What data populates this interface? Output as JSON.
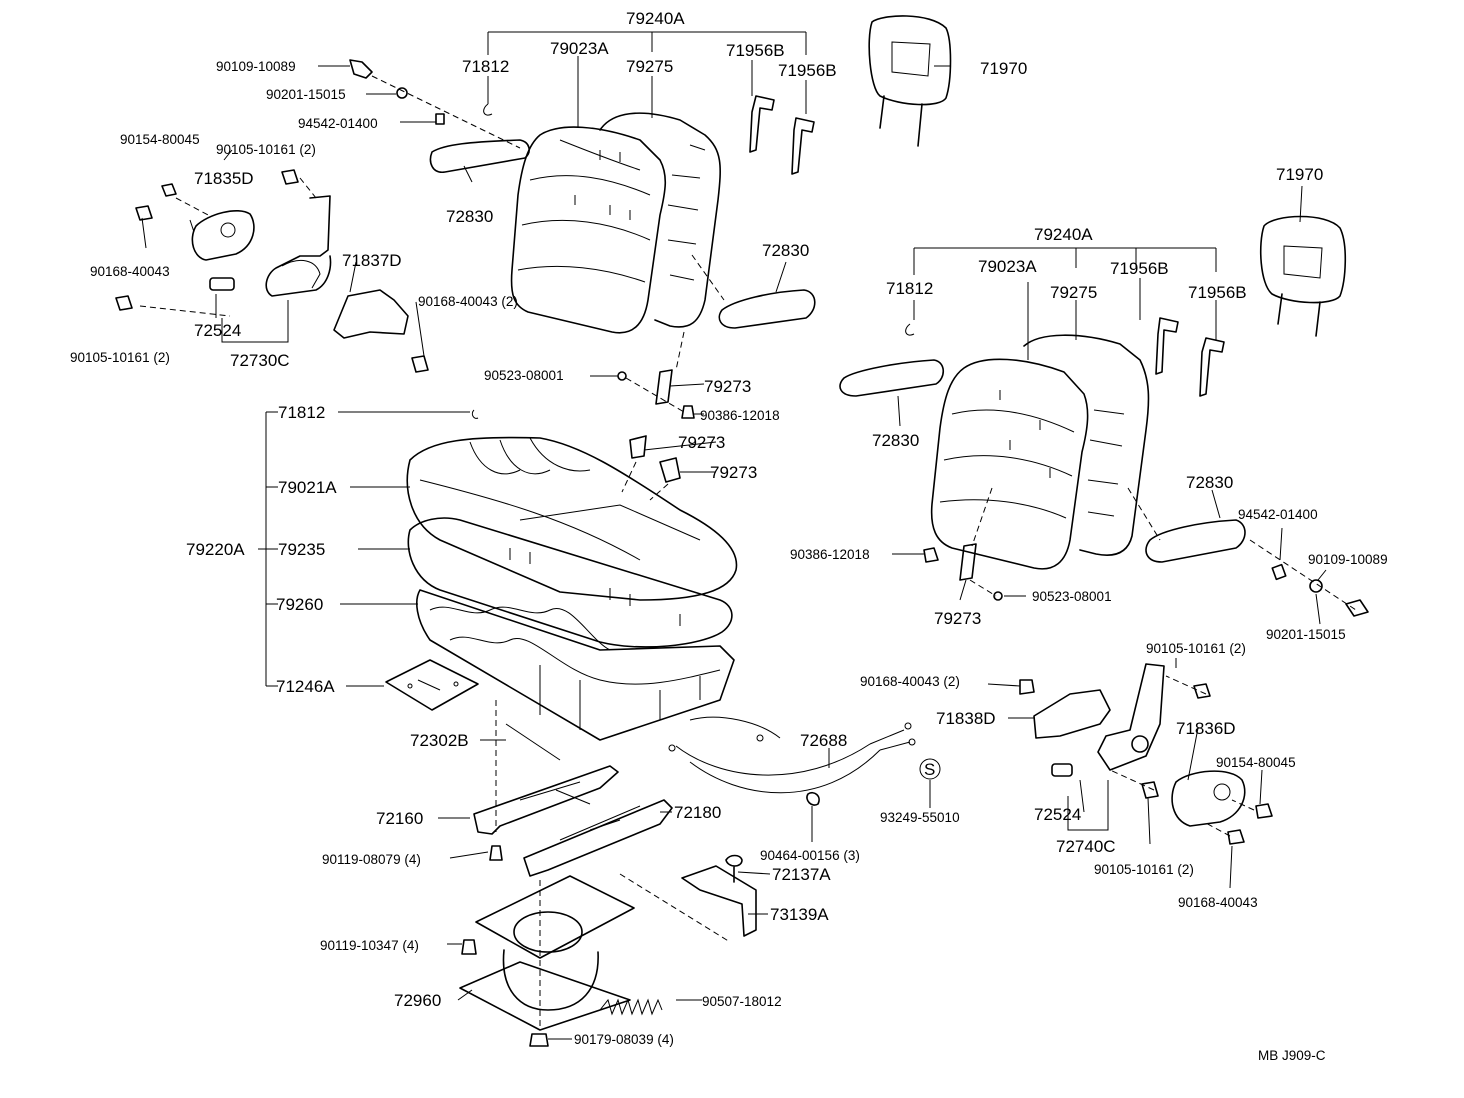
{
  "diagram": {
    "code": "MB  J909-C",
    "labels": {
      "l79240A_top": "79240A",
      "l71812_top": "71812",
      "l79023A_top": "79023A",
      "l79275_top": "79275",
      "l71956B_top1": "71956B",
      "l71956B_top2": "71956B",
      "l71970_top": "71970",
      "l90109_10089_top": "90109-10089",
      "l90201_15015_top": "90201-15015",
      "l94542_01400_top": "94542-01400",
      "l90154_80045_left": "90154-80045",
      "l90105_10161_2_top": "90105-10161 (2)",
      "l71835D": "71835D",
      "l72830_top": "72830",
      "l90168_40043_left": "90168-40043",
      "l71837D": "71837D",
      "l90168_40043_2_left": "90168-40043 (2)",
      "l72524_left": "72524",
      "l90105_10161_2_left": "90105-10161 (2)",
      "l72730C": "72730C",
      "l72830_mid": "72830",
      "l90523_08001_left": "90523-08001",
      "l79273_a": "79273",
      "l90386_12018_left": "90386-12018",
      "l71812_cushion": "71812",
      "l79273_b": "79273",
      "l79273_c": "79273",
      "l79021A": "79021A",
      "l79220A": "79220A",
      "l79235": "79235",
      "l79260": "79260",
      "l71246A": "71246A",
      "l72302B": "72302B",
      "l72160": "72160",
      "l72180": "72180",
      "l90119_08079": "90119-08079 (4)",
      "l72137A": "72137A",
      "l73139A": "73139A",
      "l90119_10347": "90119-10347 (4)",
      "l72960": "72960",
      "l90507_18012": "90507-18012",
      "l90179_08039": "90179-08039 (4)",
      "l72688": "72688",
      "l93249_55010": "93249-55010",
      "l90464_00156": "90464-00156 (3)",
      "l71970_right": "71970",
      "l79240A_right": "79240A",
      "l71812_right": "71812",
      "l79023A_right": "79023A",
      "l79275_right": "79275",
      "l71956B_right1": "71956B",
      "l71956B_right2": "71956B",
      "l72830_right1": "72830",
      "l72830_right2": "72830",
      "l94542_01400_right": "94542-01400",
      "l90109_10089_right": "90109-10089",
      "l90386_12018_right": "90386-12018",
      "l79273_right": "79273",
      "l90523_08001_right": "90523-08001",
      "l90201_15015_right": "90201-15015",
      "l90105_10161_2_right": "90105-10161 (2)",
      "l90168_40043_2_right": "90168-40043 (2)",
      "l71838D": "71838D",
      "l71836D": "71836D",
      "l90154_80045_right": "90154-80045",
      "l72524_right": "72524",
      "l72740C": "72740C",
      "l90105_10161_2_bottom": "90105-10161 (2)",
      "l90168_40043_bottom": "90168-40043",
      "s_symbol": "S"
    }
  }
}
